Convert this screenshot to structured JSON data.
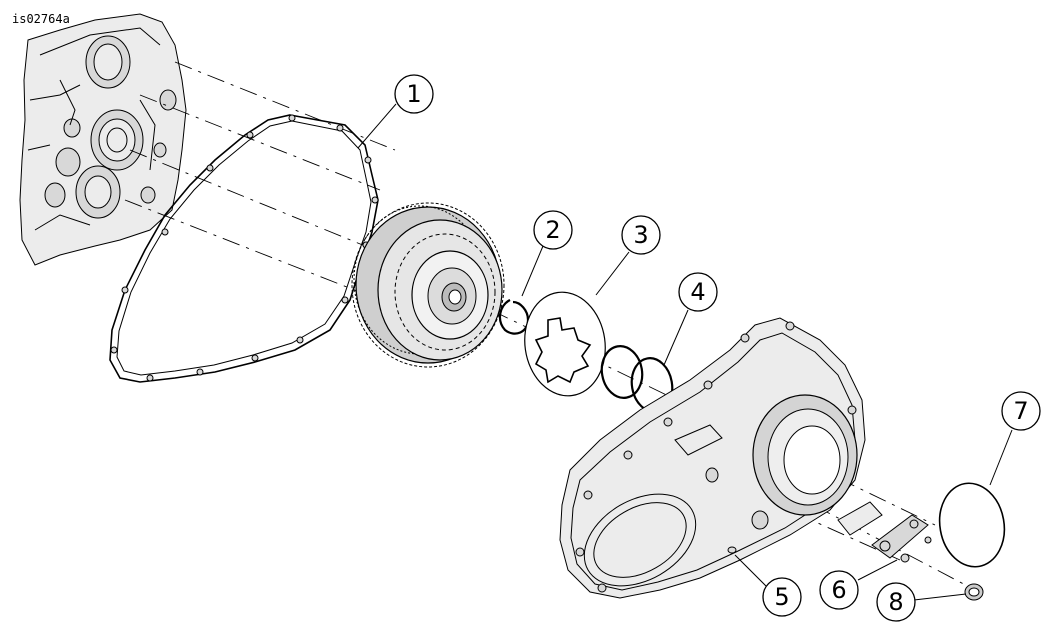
{
  "figure_id": "is02764a",
  "callouts": [
    {
      "number": "1"
    },
    {
      "number": "2"
    },
    {
      "number": "3"
    },
    {
      "number": "4"
    },
    {
      "number": "5"
    },
    {
      "number": "6"
    },
    {
      "number": "7"
    },
    {
      "number": "8"
    }
  ]
}
